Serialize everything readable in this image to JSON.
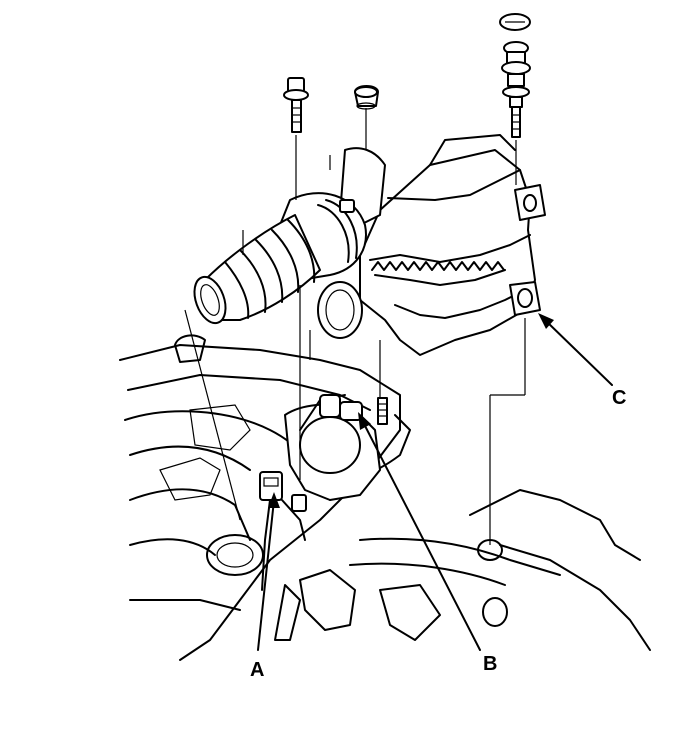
{
  "callouts": {
    "a": "A",
    "b": "B",
    "c": "C"
  },
  "colors": {
    "ink": "#000000",
    "background": "#ffffff"
  }
}
